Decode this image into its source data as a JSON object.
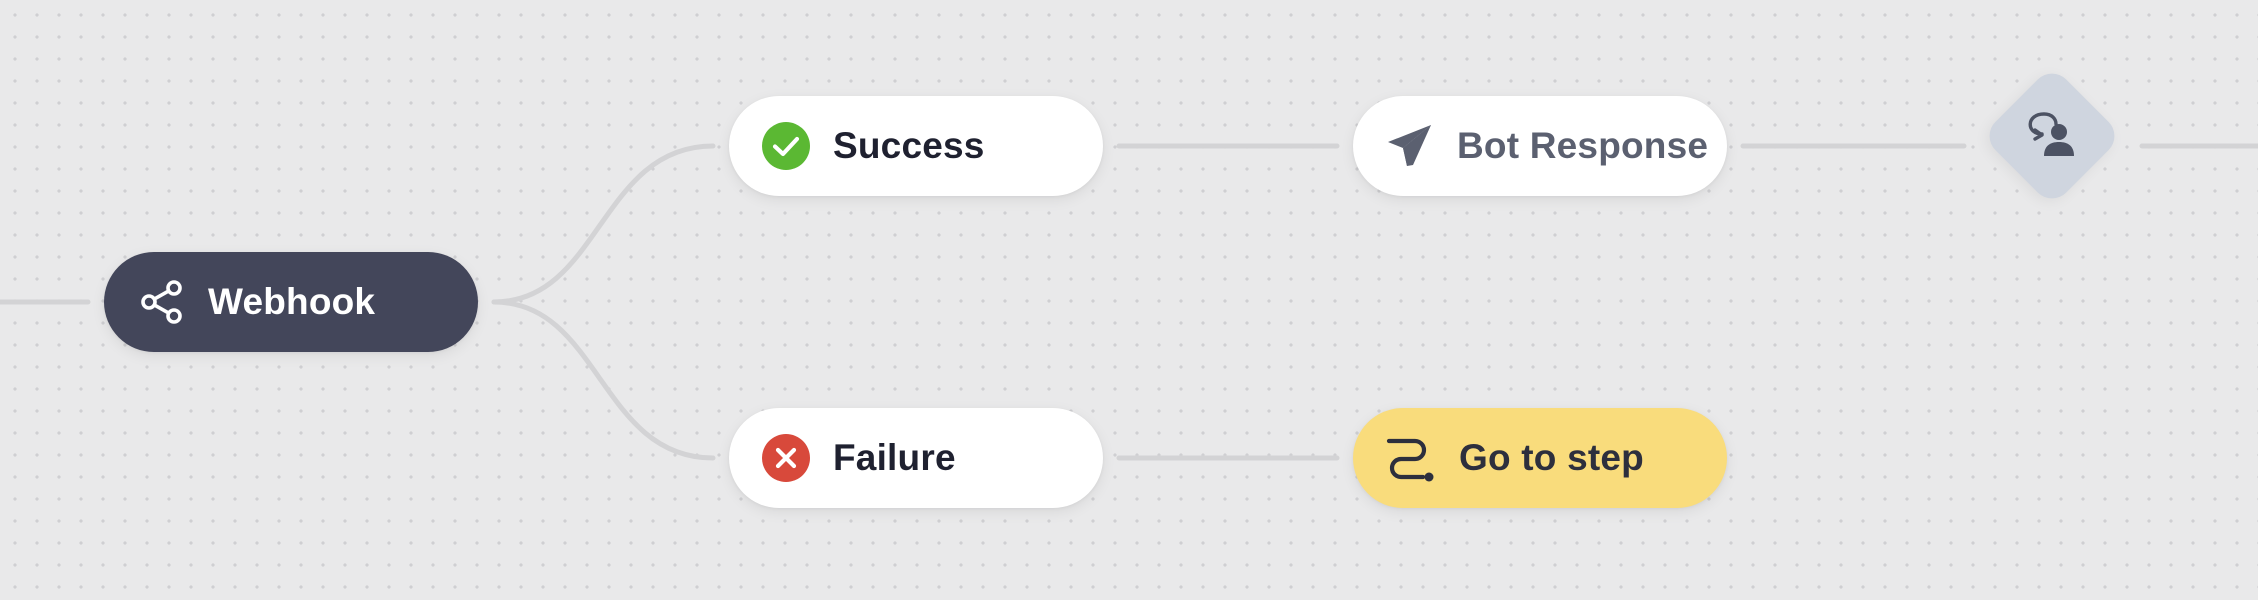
{
  "nodes": {
    "webhook": {
      "label": "Webhook",
      "icon": "share-icon"
    },
    "success": {
      "label": "Success",
      "icon": "check-circle-icon",
      "icon_color": "#5bb833"
    },
    "failure": {
      "label": "Failure",
      "icon": "x-circle-icon",
      "icon_color": "#d8493b"
    },
    "bot_response": {
      "label": "Bot Response",
      "icon": "paper-plane-icon"
    },
    "go_to_step": {
      "label": "Go to step",
      "icon": "route-icon",
      "background": "#f9dc7c"
    },
    "handoff": {
      "icon": "human-handoff-icon",
      "background": "#cfd5df"
    }
  },
  "colors": {
    "canvas_background": "#e9e9ea",
    "connector": "#d3d3d5",
    "webhook_background": "#43465a"
  }
}
